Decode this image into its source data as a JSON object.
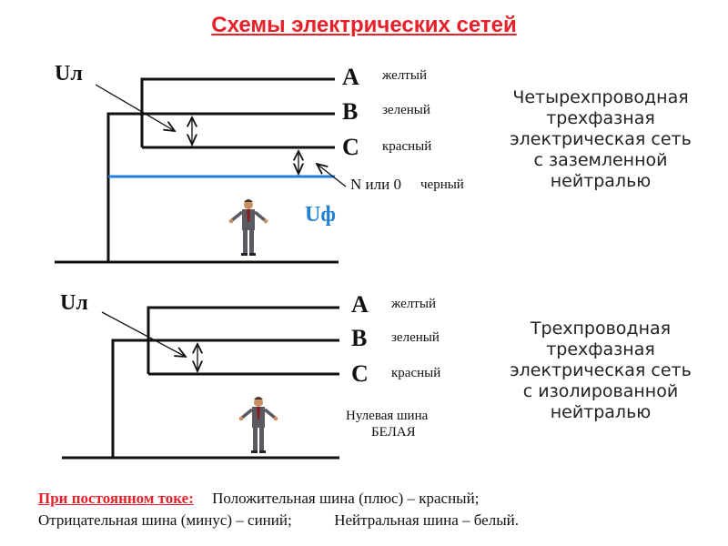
{
  "title": "Схемы электрических сетей",
  "diagram1": {
    "u_line": "Uл",
    "u_phase": "Uф",
    "phases": [
      {
        "letter": "A",
        "color_name": "желтый"
      },
      {
        "letter": "B",
        "color_name": "зеленый"
      },
      {
        "letter": "C",
        "color_name": "красный"
      }
    ],
    "neutral_label": "N или 0",
    "neutral_color": "черный",
    "neutral_line_color": "#1e7fd6",
    "description": [
      "Четырехпроводная",
      "трехфазная",
      "электрическая сеть",
      "с заземленной",
      "нейтралью"
    ]
  },
  "diagram2": {
    "u_line": "Uл",
    "phases": [
      {
        "letter": "A",
        "color_name": "желтый"
      },
      {
        "letter": "B",
        "color_name": "зеленый"
      },
      {
        "letter": "C",
        "color_name": "красный"
      }
    ],
    "zero_bus_line1": "Нулевая шина",
    "zero_bus_line2": "БЕЛАЯ",
    "description": [
      "Трехпроводная",
      "трехфазная",
      "электрическая сеть",
      "с изолированной",
      "нейтралью"
    ]
  },
  "footer": {
    "dc_label": "При постоянном токе:",
    "positive": "Положительная шина (плюс) – красный;",
    "negative": "Отрицательная шина (минус) – синий;",
    "neutral": "Нейтральная шина – белый."
  },
  "colors": {
    "title": "#e8202a",
    "neutral_blue": "#1e7fd6",
    "u_phase": "#1e7fd6"
  }
}
